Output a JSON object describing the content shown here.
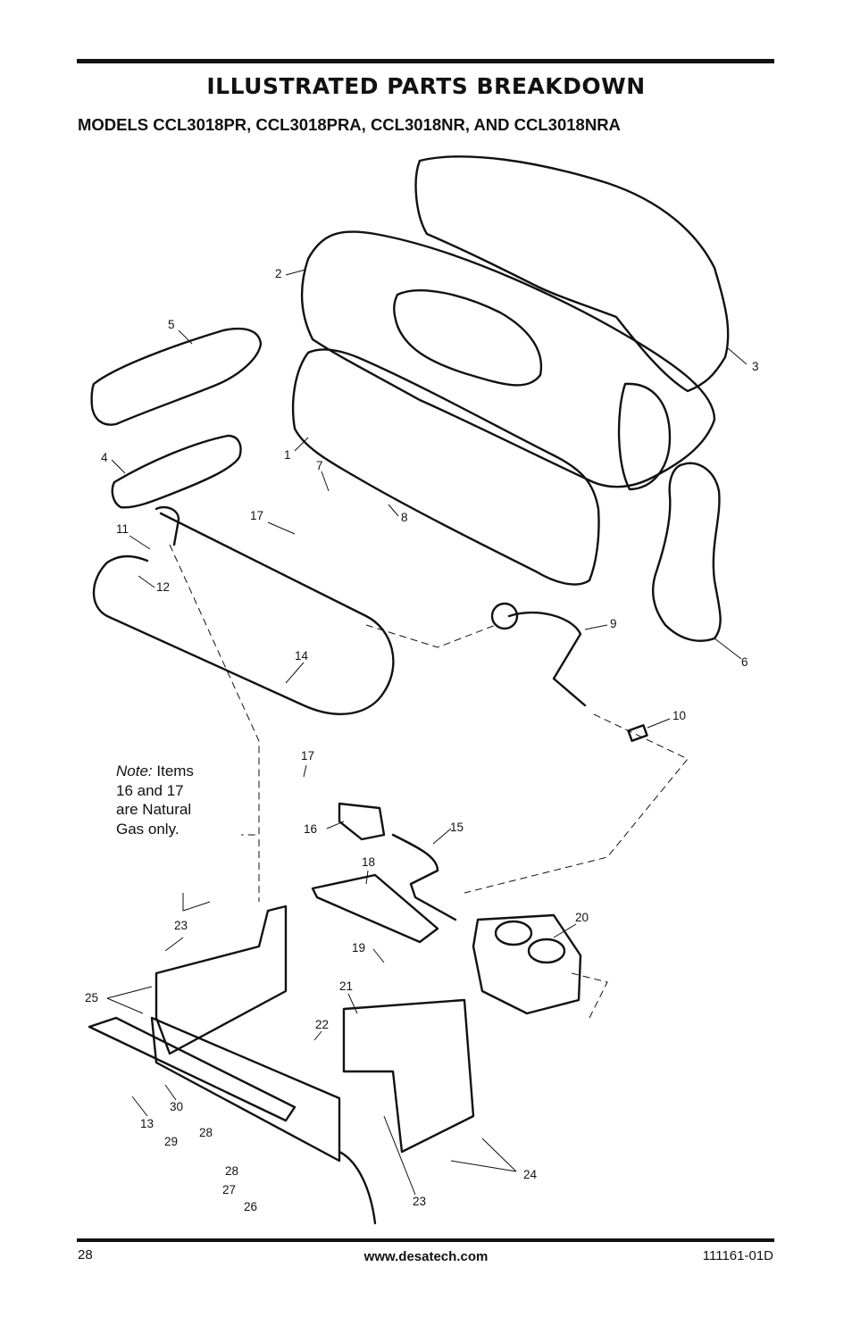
{
  "header": {
    "title": "ILLUSTRATED PARTS BREAKDOWN",
    "subtitle": "MODELS CCL3018PR, CCL3018PRA, CCL3018NR, AND CCL3018NRA"
  },
  "note": {
    "lead": "Note:",
    "body": "Items\n16 and 17\nare Natural\nGas only."
  },
  "callouts": [
    "1",
    "2",
    "3",
    "4",
    "5",
    "6",
    "7",
    "8",
    "9",
    "10",
    "11",
    "12",
    "13",
    "14",
    "15",
    "16",
    "17",
    "17",
    "18",
    "19",
    "20",
    "21",
    "22",
    "23",
    "23",
    "24",
    "25",
    "26",
    "27",
    "28",
    "28",
    "29",
    "30"
  ],
  "footer": {
    "page_number": "28",
    "website": "www.desatech.com",
    "doc_number": "111161-01D"
  }
}
